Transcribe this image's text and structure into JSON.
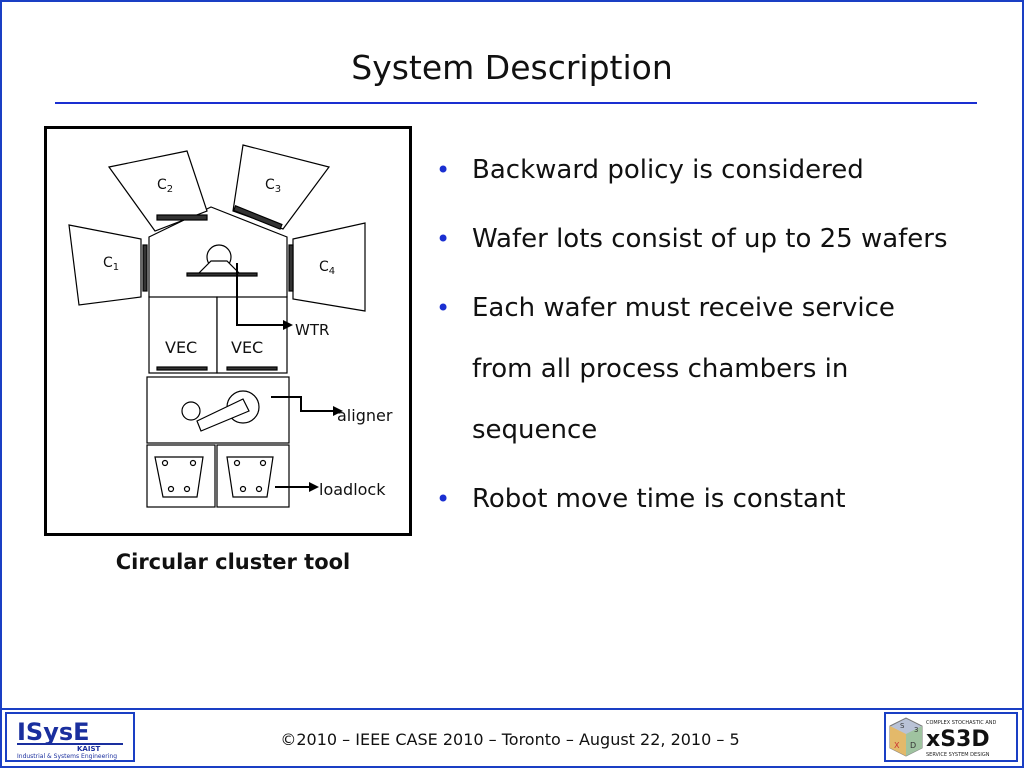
{
  "slide": {
    "title": "System Description",
    "caption": "Circular cluster tool",
    "bullets": [
      "Backward policy is considered",
      "Wafer lots consist of up to 25 wafers",
      "Each wafer must receive service from all process chambers in sequence",
      "Robot move time is constant"
    ],
    "footer": "©2010 – IEEE CASE 2010 – Toronto – August 22, 2010 – 5"
  },
  "diagram": {
    "chambers": [
      "C",
      "C",
      "C",
      "C"
    ],
    "chamber_subscripts": [
      "1",
      "2",
      "3",
      "4"
    ],
    "vec_labels": [
      "VEC",
      "VEC"
    ],
    "wtr_label": "WTR",
    "aligner_label": "aligner",
    "loadlock_label": "loadlock"
  },
  "logos": {
    "left_main": "ISysE",
    "left_sub1": "KAIST",
    "left_sub2": "Industrial & Systems Engineering",
    "right_main": "xS3D",
    "right_top": "COMPLEX STOCHASTIC AND",
    "right_bottom": "SERVICE SYSTEM DESIGN",
    "right_cube_letters": [
      "S",
      "X",
      "D",
      "3"
    ]
  }
}
